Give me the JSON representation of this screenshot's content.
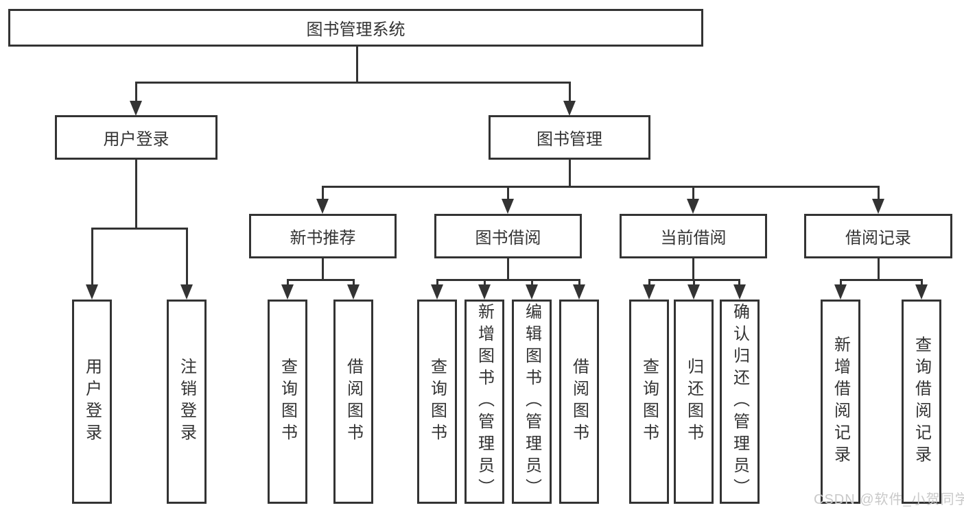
{
  "tree": {
    "root": {
      "label": "图书管理系统"
    },
    "user_login": {
      "label": "用户登录",
      "children": {
        "login": {
          "label": "用户登录"
        },
        "logout": {
          "label": "注销登录"
        }
      }
    },
    "book_management": {
      "label": "图书管理",
      "sections": {
        "new_book_recommend": {
          "label": "新书推荐",
          "children": {
            "query_book": {
              "label": "查询图书"
            },
            "borrow_book": {
              "label": "借阅图书"
            }
          }
        },
        "book_borrow": {
          "label": "图书借阅",
          "children": {
            "query_book": {
              "label": "查询图书"
            },
            "add_book": {
              "label": "新增图书（管理员）"
            },
            "edit_book": {
              "label": "编辑图书（管理员）"
            },
            "borrow_book": {
              "label": "借阅图书"
            }
          }
        },
        "current_borrow": {
          "label": "当前借阅",
          "children": {
            "query_book": {
              "label": "查询图书"
            },
            "return_book": {
              "label": "归还图书"
            },
            "confirm_return": {
              "label": "确认归还（管理员）"
            }
          }
        },
        "borrow_record": {
          "label": "借阅记录",
          "children": {
            "add_record": {
              "label": "新增借阅记录"
            },
            "query_record": {
              "label": "查询借阅记录"
            }
          }
        }
      }
    }
  },
  "watermark": {
    "text": "CSDN @软件_小贺同学"
  },
  "colors": {
    "line": "#333333",
    "text": "#333333",
    "watermark": "#c9c9c9",
    "background": "#ffffff"
  }
}
